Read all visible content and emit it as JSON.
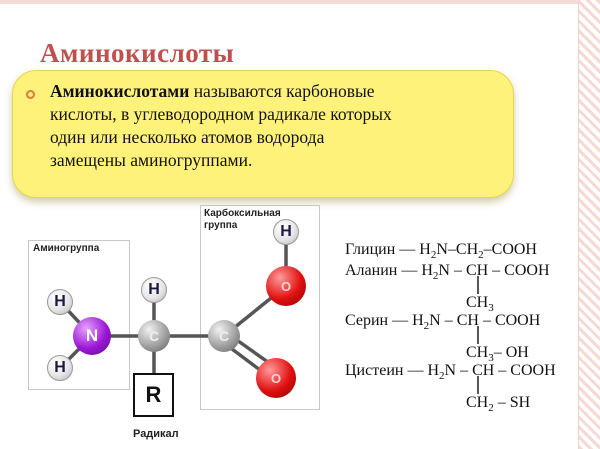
{
  "title": "Аминокислоты",
  "definition": {
    "lead": "Аминокислотами",
    "rest_line1": " называются карбоновые",
    "line2": "кислоты, в углеводородном радикале которых",
    "line3": "один или несколько атомов водорода",
    "line4": "замещены аминогруппами."
  },
  "diagram": {
    "amino_group_label": "Аминогруппа",
    "carboxyl_label_1": "Карбоксильная",
    "carboxyl_label_2": "группа",
    "radical_label": "Радикал",
    "atoms": {
      "h": "H",
      "n": "N",
      "c": "C",
      "o": "O",
      "r": "R"
    }
  },
  "formulas": {
    "glycine": {
      "name": "Глицин",
      "dash": " — ",
      "h2n": "H",
      "h2n_sub": "2",
      "h2n_n": "N",
      "sep1": "–CH",
      "sep1_sub": "2",
      "tail": "–COOH"
    },
    "alanine": {
      "name": "Аланин",
      "dash": " — ",
      "h2n": "H",
      "h2n_sub": "2",
      "h2n_n": "N",
      "mid": " – CH – COOH",
      "side": "CH",
      "side_sub": "3"
    },
    "serine": {
      "name": "Серин",
      "dash": " — ",
      "h2n": "H",
      "h2n_sub": "2",
      "h2n_n": "N",
      "mid": " – CH – COOH",
      "side": "CH",
      "side_sub": "3",
      "side_tail": "– OH"
    },
    "cysteine": {
      "name": "Цистеин",
      "dash": " — ",
      "h2n": "H",
      "h2n_sub": "2",
      "h2n_n": "N",
      "mid": " – CH – COOH",
      "side": "CH",
      "side_sub": "2",
      "side_tail": " – SH"
    }
  }
}
